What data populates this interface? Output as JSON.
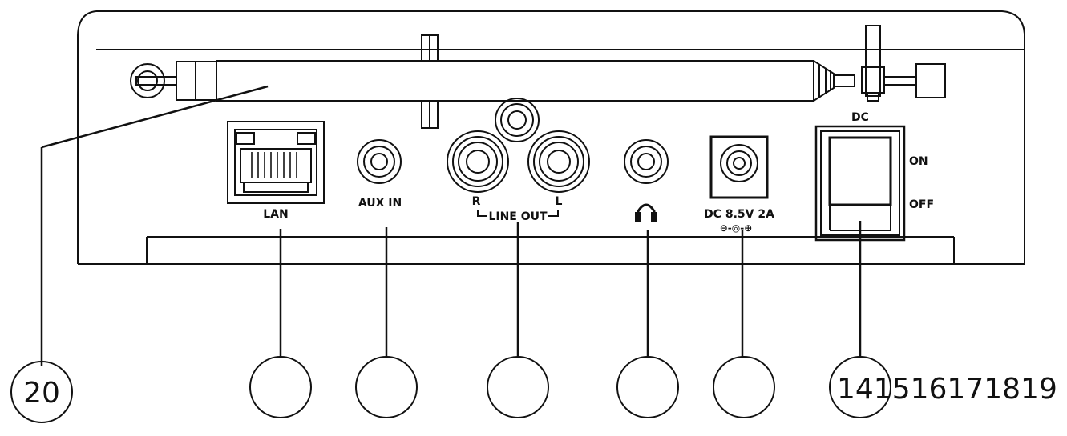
{
  "labels": {
    "lan": "LAN",
    "aux_in": "AUX IN",
    "r": "R",
    "l": "L",
    "line_out": "LINE OUT",
    "dc_spec": "DC 8.5V 2A",
    "polarity": "⊖-◎-⊕",
    "dc_top": "DC",
    "on": "ON",
    "off": "OFF"
  },
  "callouts": {
    "antenna": "20",
    "row": "141516171819"
  }
}
